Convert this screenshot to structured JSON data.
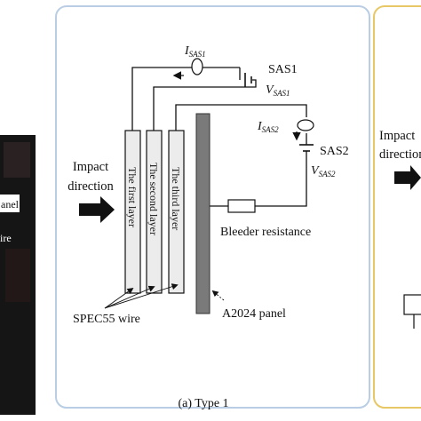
{
  "left_photo": {
    "label_panel": "anel",
    "label_wire": "ire"
  },
  "type1": {
    "impact_line1": "Impact",
    "impact_line2": "direction",
    "layer1": "The first layer",
    "layer2": "The second layer",
    "layer3": "The third layer",
    "sas1_current": {
      "main": "I",
      "sub": "SAS1"
    },
    "sas1_label": "SAS1",
    "sas1_voltage": {
      "main": "V",
      "sub": "SAS1"
    },
    "sas2_current": {
      "main": "I",
      "sub": "SAS2"
    },
    "sas2_label": "SAS2",
    "sas2_voltage": {
      "main": "V",
      "sub": "SAS2"
    },
    "bleeder": "Bleeder resistance",
    "spec_wire": "SPEC55 wire",
    "panel": "A2024 panel",
    "caption": "(a) Type 1"
  },
  "type2_partial": {
    "impact_line1": "Impact",
    "impact_line2": "direction"
  },
  "colors": {
    "panel_border_blue": "#b9cde4",
    "panel_border_yellow": "#e8c766",
    "layer_fill": "#ececec",
    "a2024_fill": "#7a7a7a",
    "photo_dark": "#151515"
  }
}
